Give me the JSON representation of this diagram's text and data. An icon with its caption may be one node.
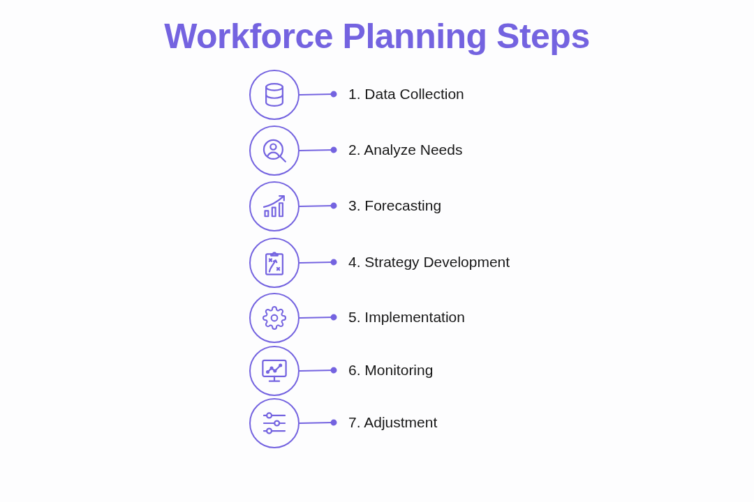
{
  "diagram": {
    "title": "Workforce Planning Steps",
    "nodes": [
      {
        "text": [],
        "shape": "circle"
      },
      {
        "text": [
          "1. Data Collection"
        ]
      },
      {
        "text": [],
        "shape": "circle"
      },
      {
        "text": [
          "2. Analyze Needs"
        ]
      },
      {
        "text": [],
        "shape": "circle"
      },
      {
        "text": [
          "3. Forecasting"
        ]
      },
      {
        "text": [],
        "shape": "circle"
      },
      {
        "text": [
          "4. Strategy Development"
        ]
      },
      {
        "text": [],
        "shape": "circle"
      },
      {
        "text": [
          "5. Implementation"
        ]
      },
      {
        "text": [],
        "shape": "circle"
      },
      {
        "text": [
          "6. Monitoring"
        ]
      },
      {
        "text": [],
        "shape": "circle"
      },
      {
        "text": [
          "7. Adjustment"
        ]
      }
    ],
    "edges": [
      {
        "from": 0,
        "to": 1,
        "arrow": "other"
      },
      {
        "from": 2,
        "to": 3,
        "arrow": "other"
      },
      {
        "from": 4,
        "to": 5,
        "arrow": "other"
      },
      {
        "from": 6,
        "to": 7,
        "arrow": "other"
      },
      {
        "from": 8,
        "to": 9,
        "arrow": "other"
      },
      {
        "from": 10,
        "to": 11,
        "arrow": "other"
      },
      {
        "from": 12,
        "to": 13,
        "arrow": "other"
      }
    ]
  }
}
